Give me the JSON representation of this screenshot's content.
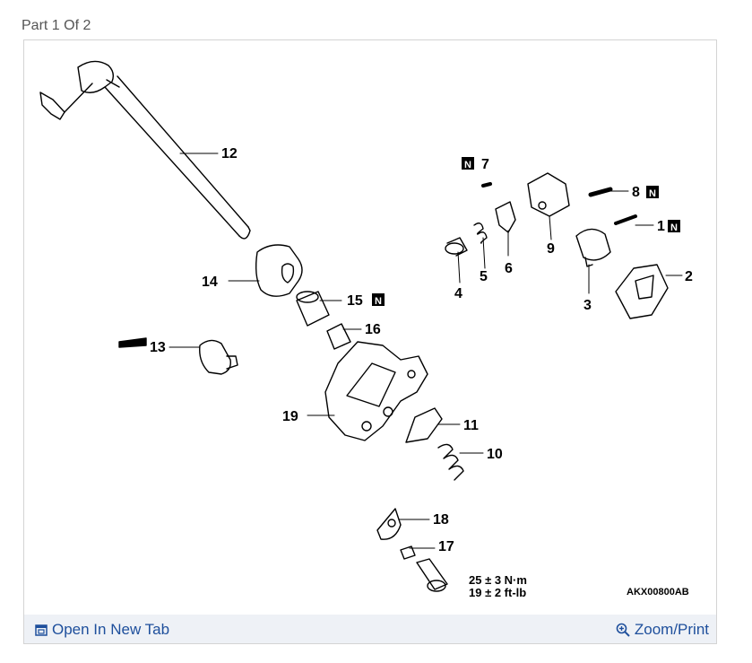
{
  "header": {
    "part_text": "Part 1 Of 2"
  },
  "diagram": {
    "callouts": [
      "12",
      "7",
      "8",
      "1",
      "9",
      "2",
      "3",
      "4",
      "5",
      "6",
      "14",
      "15",
      "16",
      "13",
      "19",
      "11",
      "10",
      "18",
      "17"
    ],
    "torque_nm": "25 ± 3 N·m",
    "torque_ftlb": "19 ± 2 ft-lb",
    "figure_code": "AKX00800AB",
    "new_part_mark": "N"
  },
  "footer": {
    "open_label": "Open In New Tab",
    "zoom_label": "Zoom/Print"
  },
  "colors": {
    "link": "#1e4f9c",
    "footer_bg": "#eef1f6"
  }
}
